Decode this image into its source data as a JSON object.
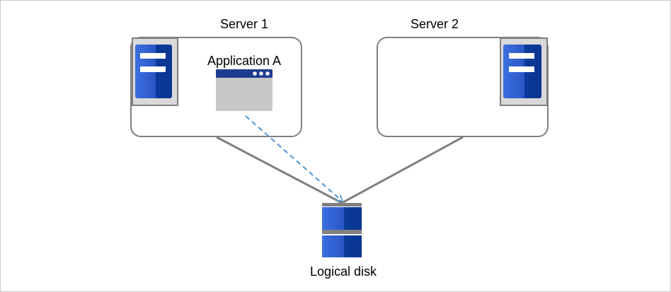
{
  "servers": [
    {
      "label": "Server 1"
    },
    {
      "label": "Server 2"
    }
  ],
  "application": {
    "label": "Application A"
  },
  "disk": {
    "label": "Logical disk"
  },
  "colors": {
    "server_blue_light": "#3a6ad8",
    "server_blue_dark": "#0b3a9c",
    "server_panel": "#d9d9d9",
    "server_panel_border": "#7f7f7f",
    "box_border": "#7f7f7f",
    "line": "#7f7f7f",
    "dashed_arrow": "#5b9bd5",
    "app_window_body": "#c8c8c8",
    "app_window_titlebar": "#1f3c8f",
    "disk_cap": "#808080"
  },
  "icons": {
    "server": "server-icon",
    "application": "application-window-icon",
    "disk": "logical-disk-icon"
  }
}
